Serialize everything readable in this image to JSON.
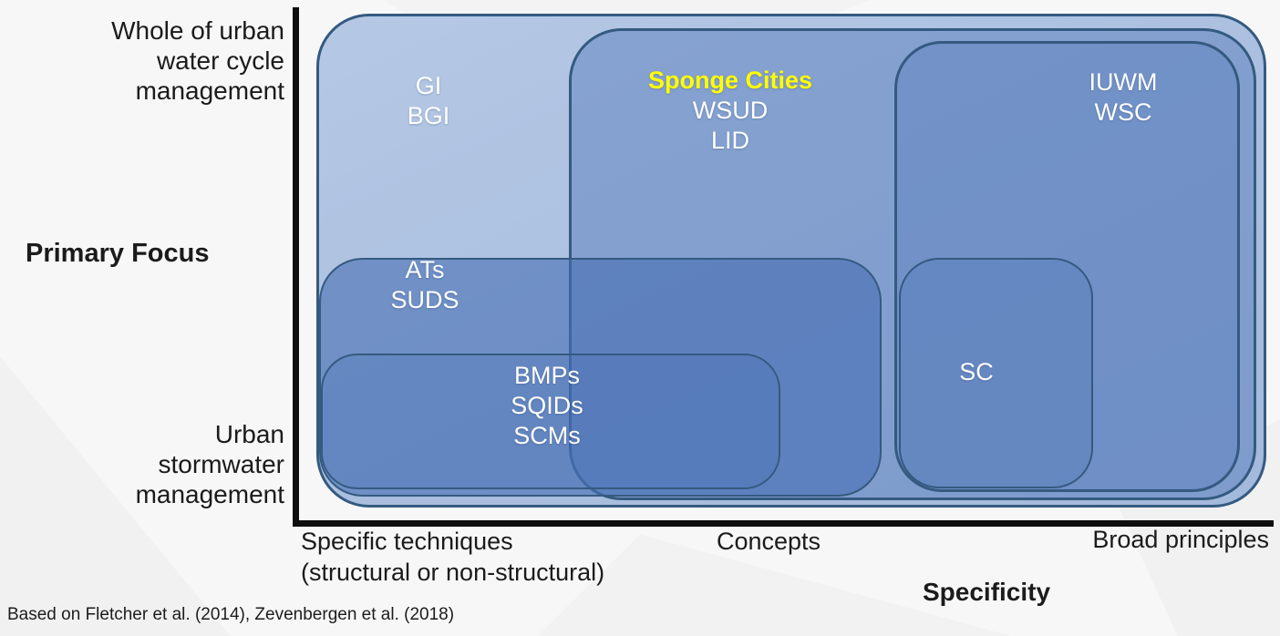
{
  "colors": {
    "box_border": "#355a80",
    "box_base_fill": "#aabfdf",
    "overlay_blue": "#466eb4",
    "highlight_yellow": "#ffff00",
    "axis_black": "#0e0e0e",
    "label_dark": "#1b1b1b",
    "label_light": "#ffffff"
  },
  "y_axis": {
    "top_label": {
      "lines": [
        "Whole of urban",
        "water cycle",
        "management"
      ]
    },
    "mid_label": "Primary Focus",
    "bottom_label": {
      "lines": [
        "Urban",
        "stormwater",
        "management"
      ]
    }
  },
  "x_axis": {
    "left_tick": {
      "lines": [
        "Specific techniques",
        "(structural or non-structural)"
      ]
    },
    "mid_tick": "Concepts",
    "right_tick": "Broad principles",
    "title": "Specificity"
  },
  "boxes": {
    "gi": {
      "lines": [
        "GI",
        "BGI"
      ]
    },
    "sponge": {
      "lines": [
        "Sponge Cities",
        "WSUD",
        "LID"
      ]
    },
    "iuwm": {
      "lines": [
        "IUWM",
        "WSC"
      ]
    },
    "ats": {
      "lines": [
        "ATs",
        "SUDS"
      ]
    },
    "bmps": {
      "lines": [
        "BMPs",
        "SQIDs",
        "SCMs"
      ]
    },
    "sc": {
      "lines": [
        "SC"
      ]
    }
  },
  "citation": "Based on Fletcher et al. (2014), Zevenbergen et al. (2018)"
}
